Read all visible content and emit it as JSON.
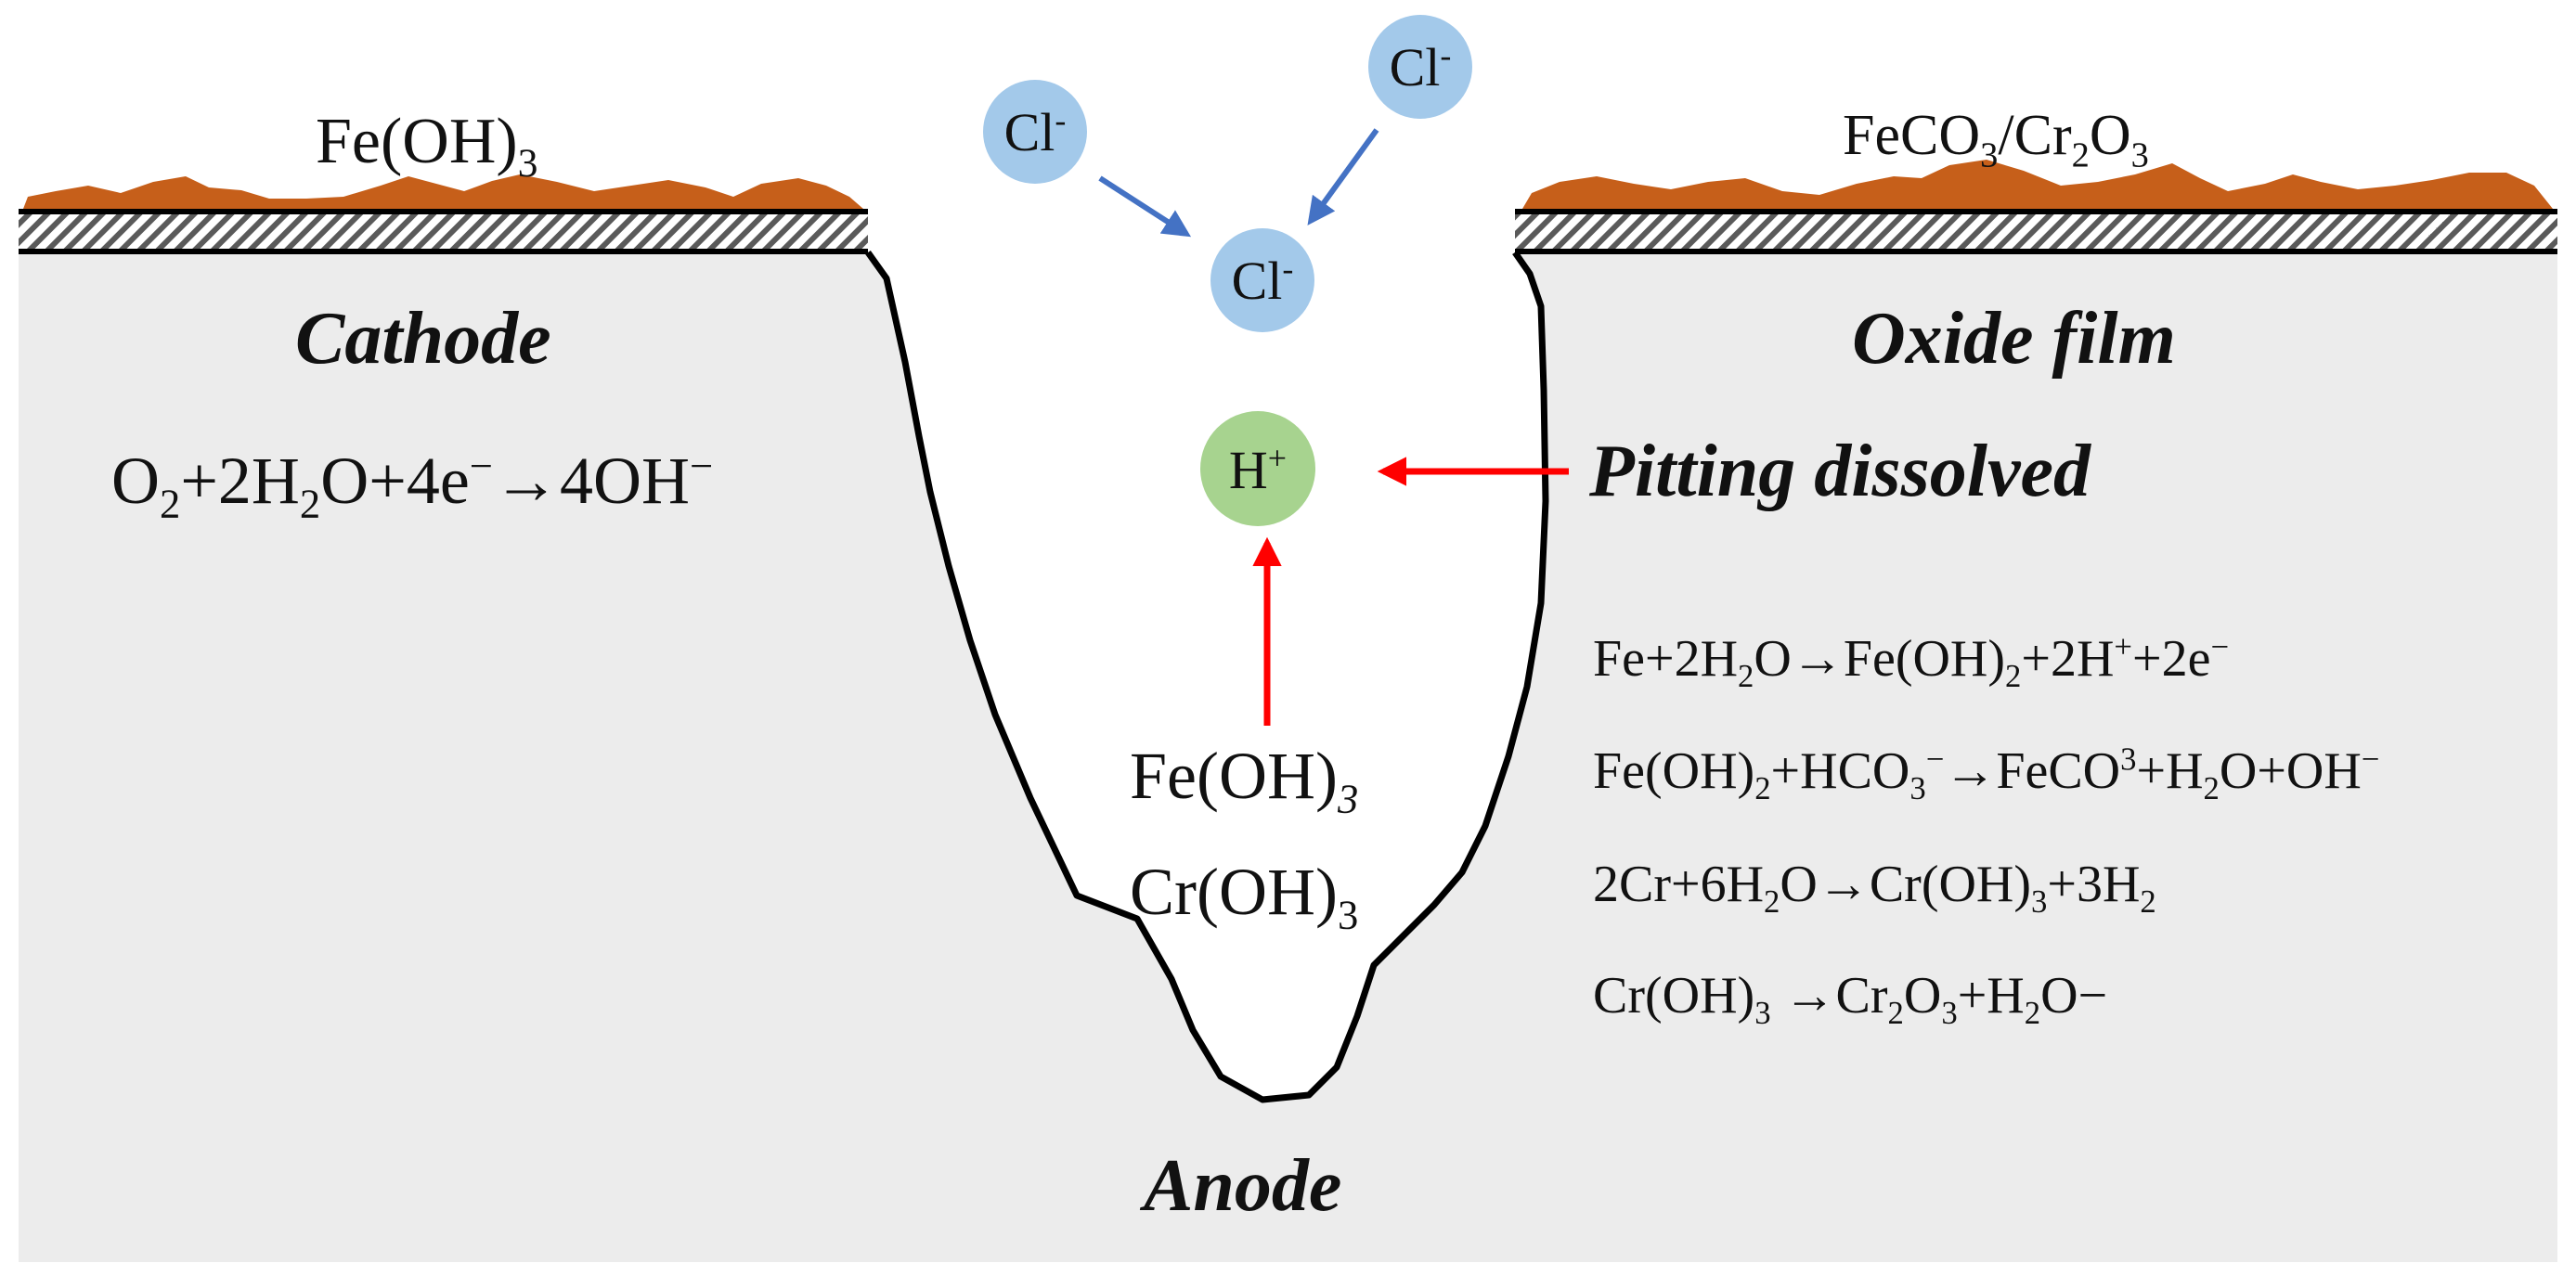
{
  "colors": {
    "metal": "#ececec",
    "rust": "#c65f1a",
    "chloride_ion": "#a3c9ea",
    "hydrogen_ion": "#a7d38f",
    "blue_arrow": "#4472c4",
    "red_arrow": "#ff0000",
    "outline": "#000000"
  },
  "labels": {
    "left_deposit": {
      "main": "Fe(OH)",
      "sub": "3"
    },
    "right_deposit": {
      "a": "FeCO",
      "sub1": "3",
      "b": "/Cr",
      "sub2": "2",
      "c": "O",
      "sub3": "3"
    },
    "cathode": "Cathode",
    "oxide_film": "Oxide film",
    "pitting_dissolved": "Pitting dissolved",
    "anode": "Anode"
  },
  "ions": {
    "chloride": {
      "symbol": "Cl",
      "charge": "-"
    },
    "hydrogen": {
      "symbol": "H",
      "charge": "+"
    }
  },
  "cathode_reaction": {
    "p1": "O",
    "s1": "2",
    "p2": "+2H",
    "s2": "2",
    "p3": "O+4e",
    "sup1": "−",
    "p4": "→4OH",
    "sup2": "−"
  },
  "pit_products": {
    "fe": {
      "main": "Fe(OH)",
      "sub": "3"
    },
    "cr": {
      "main": "Cr(OH)",
      "sub": "3"
    }
  },
  "reactions": [
    {
      "p1": "Fe+2H",
      "s1": "2",
      "p2": "O→Fe(OH)",
      "s2": "2",
      "p3": "+2H",
      "sup1": "+",
      "p4": "+2e",
      "sup2": "−"
    },
    {
      "p1": "Fe(OH)",
      "s1": "2",
      "p2": "+HCO",
      "s2": "3",
      "sup1": "−",
      "p3": "→FeCO",
      "sup2": "3",
      "p4": "+H",
      "s3": "2",
      "p5": "O+OH",
      "sup3": "−"
    },
    {
      "p1": "2Cr+6H",
      "s1": "2",
      "p2": "O→Cr(OH)",
      "s2": "3",
      "p3": "+3H",
      "s3": "2"
    },
    {
      "p1": "Cr(OH)",
      "s1": "3",
      "p2": " →Cr",
      "s2": "2",
      "p3": "O",
      "s3": "3",
      "p4": "+H",
      "s4": "2",
      "p5": "O−"
    }
  ]
}
